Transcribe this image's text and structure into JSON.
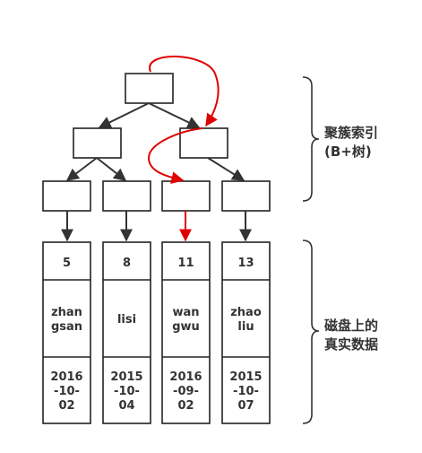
{
  "index_label": {
    "line1": "聚簇索引",
    "line2": "(B+树)"
  },
  "disk_label": {
    "line1": "磁盘上的",
    "line2": "真实数据"
  },
  "records": [
    {
      "id": "5",
      "name": [
        "zhan",
        "gsan"
      ],
      "date": [
        "2016",
        "-10-",
        "02"
      ]
    },
    {
      "id": "8",
      "name": [
        "lisi"
      ],
      "date": [
        "2015",
        "-10-",
        "04"
      ]
    },
    {
      "id": "11",
      "name": [
        "wan",
        "gwu"
      ],
      "date": [
        "2016",
        "-09-",
        "02"
      ]
    },
    {
      "id": "13",
      "name": [
        "zhao",
        "liu"
      ],
      "date": [
        "2015",
        "-10-",
        "07"
      ]
    }
  ],
  "colors": {
    "edge": "#333333",
    "highlight": "#e00000",
    "node_border": "#222222"
  }
}
